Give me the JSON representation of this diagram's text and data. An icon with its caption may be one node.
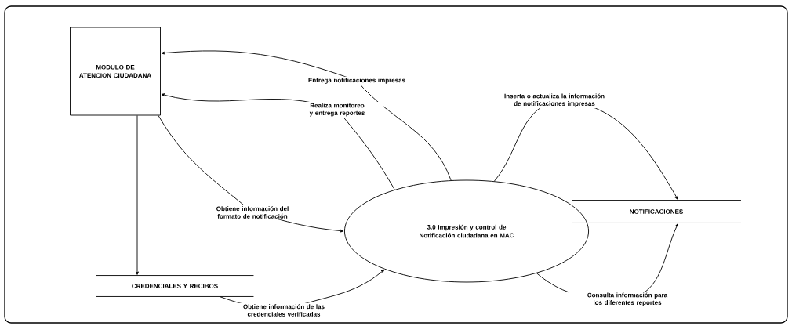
{
  "diagram": {
    "nodes": [
      {
        "text": [
          "MODULO DE ATENCION CIUDADANA"
        ]
      },
      {
        "text": [
          "3.0 Impresión y control de Notificación ciudadana en MAC"
        ]
      },
      {
        "text": [
          "NOTIFICACIONES"
        ]
      },
      {
        "text": [
          "CREDENCIALES Y RECIBOS"
        ]
      }
    ],
    "edges": [
      {
        "from": 1,
        "to": 0,
        "arrow": "to",
        "label": "Entrega notificaciones impresas"
      },
      {
        "from": 1,
        "to": 0,
        "arrow": "to",
        "label": "Realiza monitoreo y entrega reportes"
      },
      {
        "from": 0,
        "to": 1,
        "arrow": "to",
        "label": "Obtiene información del formato de notificación"
      },
      {
        "from": 0,
        "to": 3,
        "arrow": "to"
      },
      {
        "from": 3,
        "to": 1,
        "arrow": "to",
        "label": "Obtiene información de las credenciales verificadas"
      },
      {
        "from": 1,
        "to": 2,
        "arrow": "to",
        "label": "Inserta o actualiza la información de notificaciones impresas"
      },
      {
        "from": 1,
        "to": 2,
        "arrow": "to",
        "label": "Consulta información para los diferentes reportes"
      }
    ]
  }
}
